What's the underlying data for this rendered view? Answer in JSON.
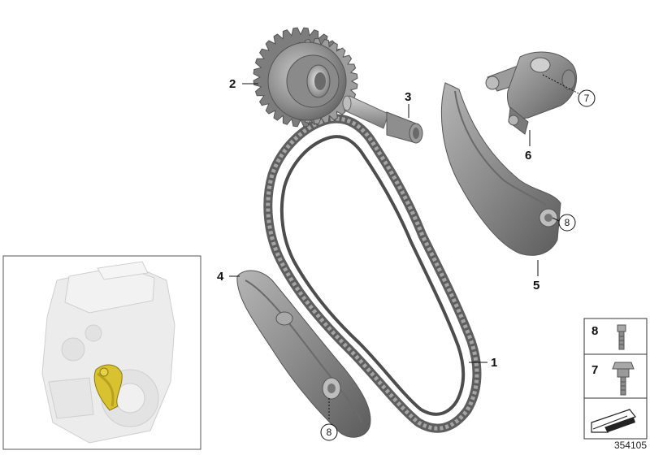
{
  "diagram": {
    "callouts": {
      "chain": "1",
      "sprocket": "2",
      "bolt": "3",
      "rail_left": "4",
      "rail_right": "5",
      "tensioner": "6",
      "tensioner_circle": "7",
      "rail_right_circle": "8",
      "rail_left_circle": "8"
    },
    "legend": {
      "item_a": "8",
      "item_b": "7"
    },
    "document_number": "354105",
    "colors": {
      "part_gray": "#8c8c8c",
      "part_dark": "#5a5a5a",
      "highlight_yellow": "#d9c230",
      "engine_ghost": "#e8e8e8"
    },
    "icons": [
      "engine-overview-inset",
      "screw-icon",
      "bolt-icon",
      "arrow-icon"
    ]
  }
}
